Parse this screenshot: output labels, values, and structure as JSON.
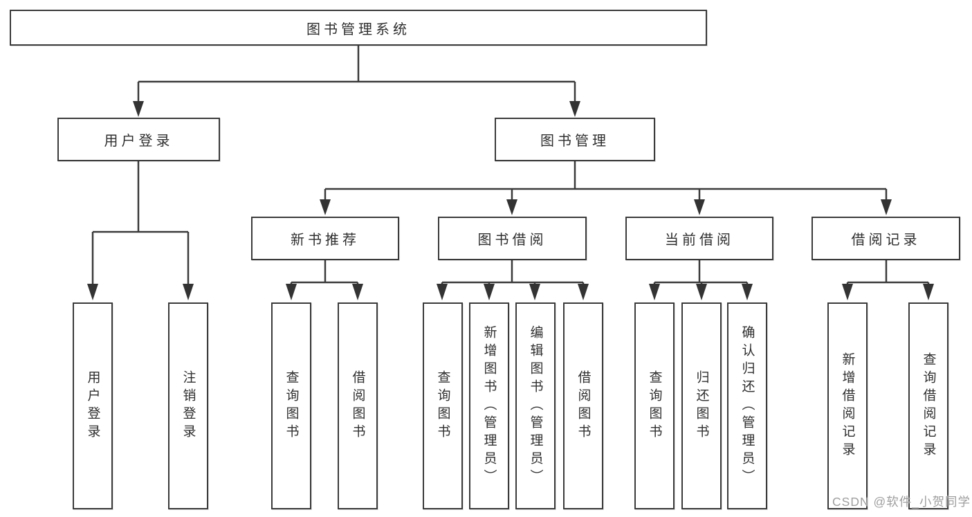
{
  "diagram": {
    "root": {
      "label": "图书管理系统"
    },
    "branches": [
      {
        "label": "用户登录",
        "children": [
          {
            "label": "用户登录"
          },
          {
            "label": "注销登录"
          }
        ]
      },
      {
        "label": "图书管理",
        "children": [
          {
            "label": "新书推荐",
            "children": [
              {
                "label": "查询图书"
              },
              {
                "label": "借阅图书"
              }
            ]
          },
          {
            "label": "图书借阅",
            "children": [
              {
                "label": "查询图书"
              },
              {
                "label": "新增图书（管理员）"
              },
              {
                "label": "编辑图书（管理员）"
              },
              {
                "label": "借阅图书"
              }
            ]
          },
          {
            "label": "当前借阅",
            "children": [
              {
                "label": "查询图书"
              },
              {
                "label": "归还图书"
              },
              {
                "label": "确认归还（管理员）"
              }
            ]
          },
          {
            "label": "借阅记录",
            "children": [
              {
                "label": "新增借阅记录"
              },
              {
                "label": "查询借阅记录"
              }
            ]
          }
        ]
      }
    ]
  },
  "watermark": {
    "text": "CSDN @软件_小贺同学"
  },
  "colors": {
    "line": "#3a3a3a",
    "box_border": "#3a3a3a",
    "text": "#2e2e2e",
    "background": "#ffffff",
    "watermark": "#9e9e9e"
  }
}
